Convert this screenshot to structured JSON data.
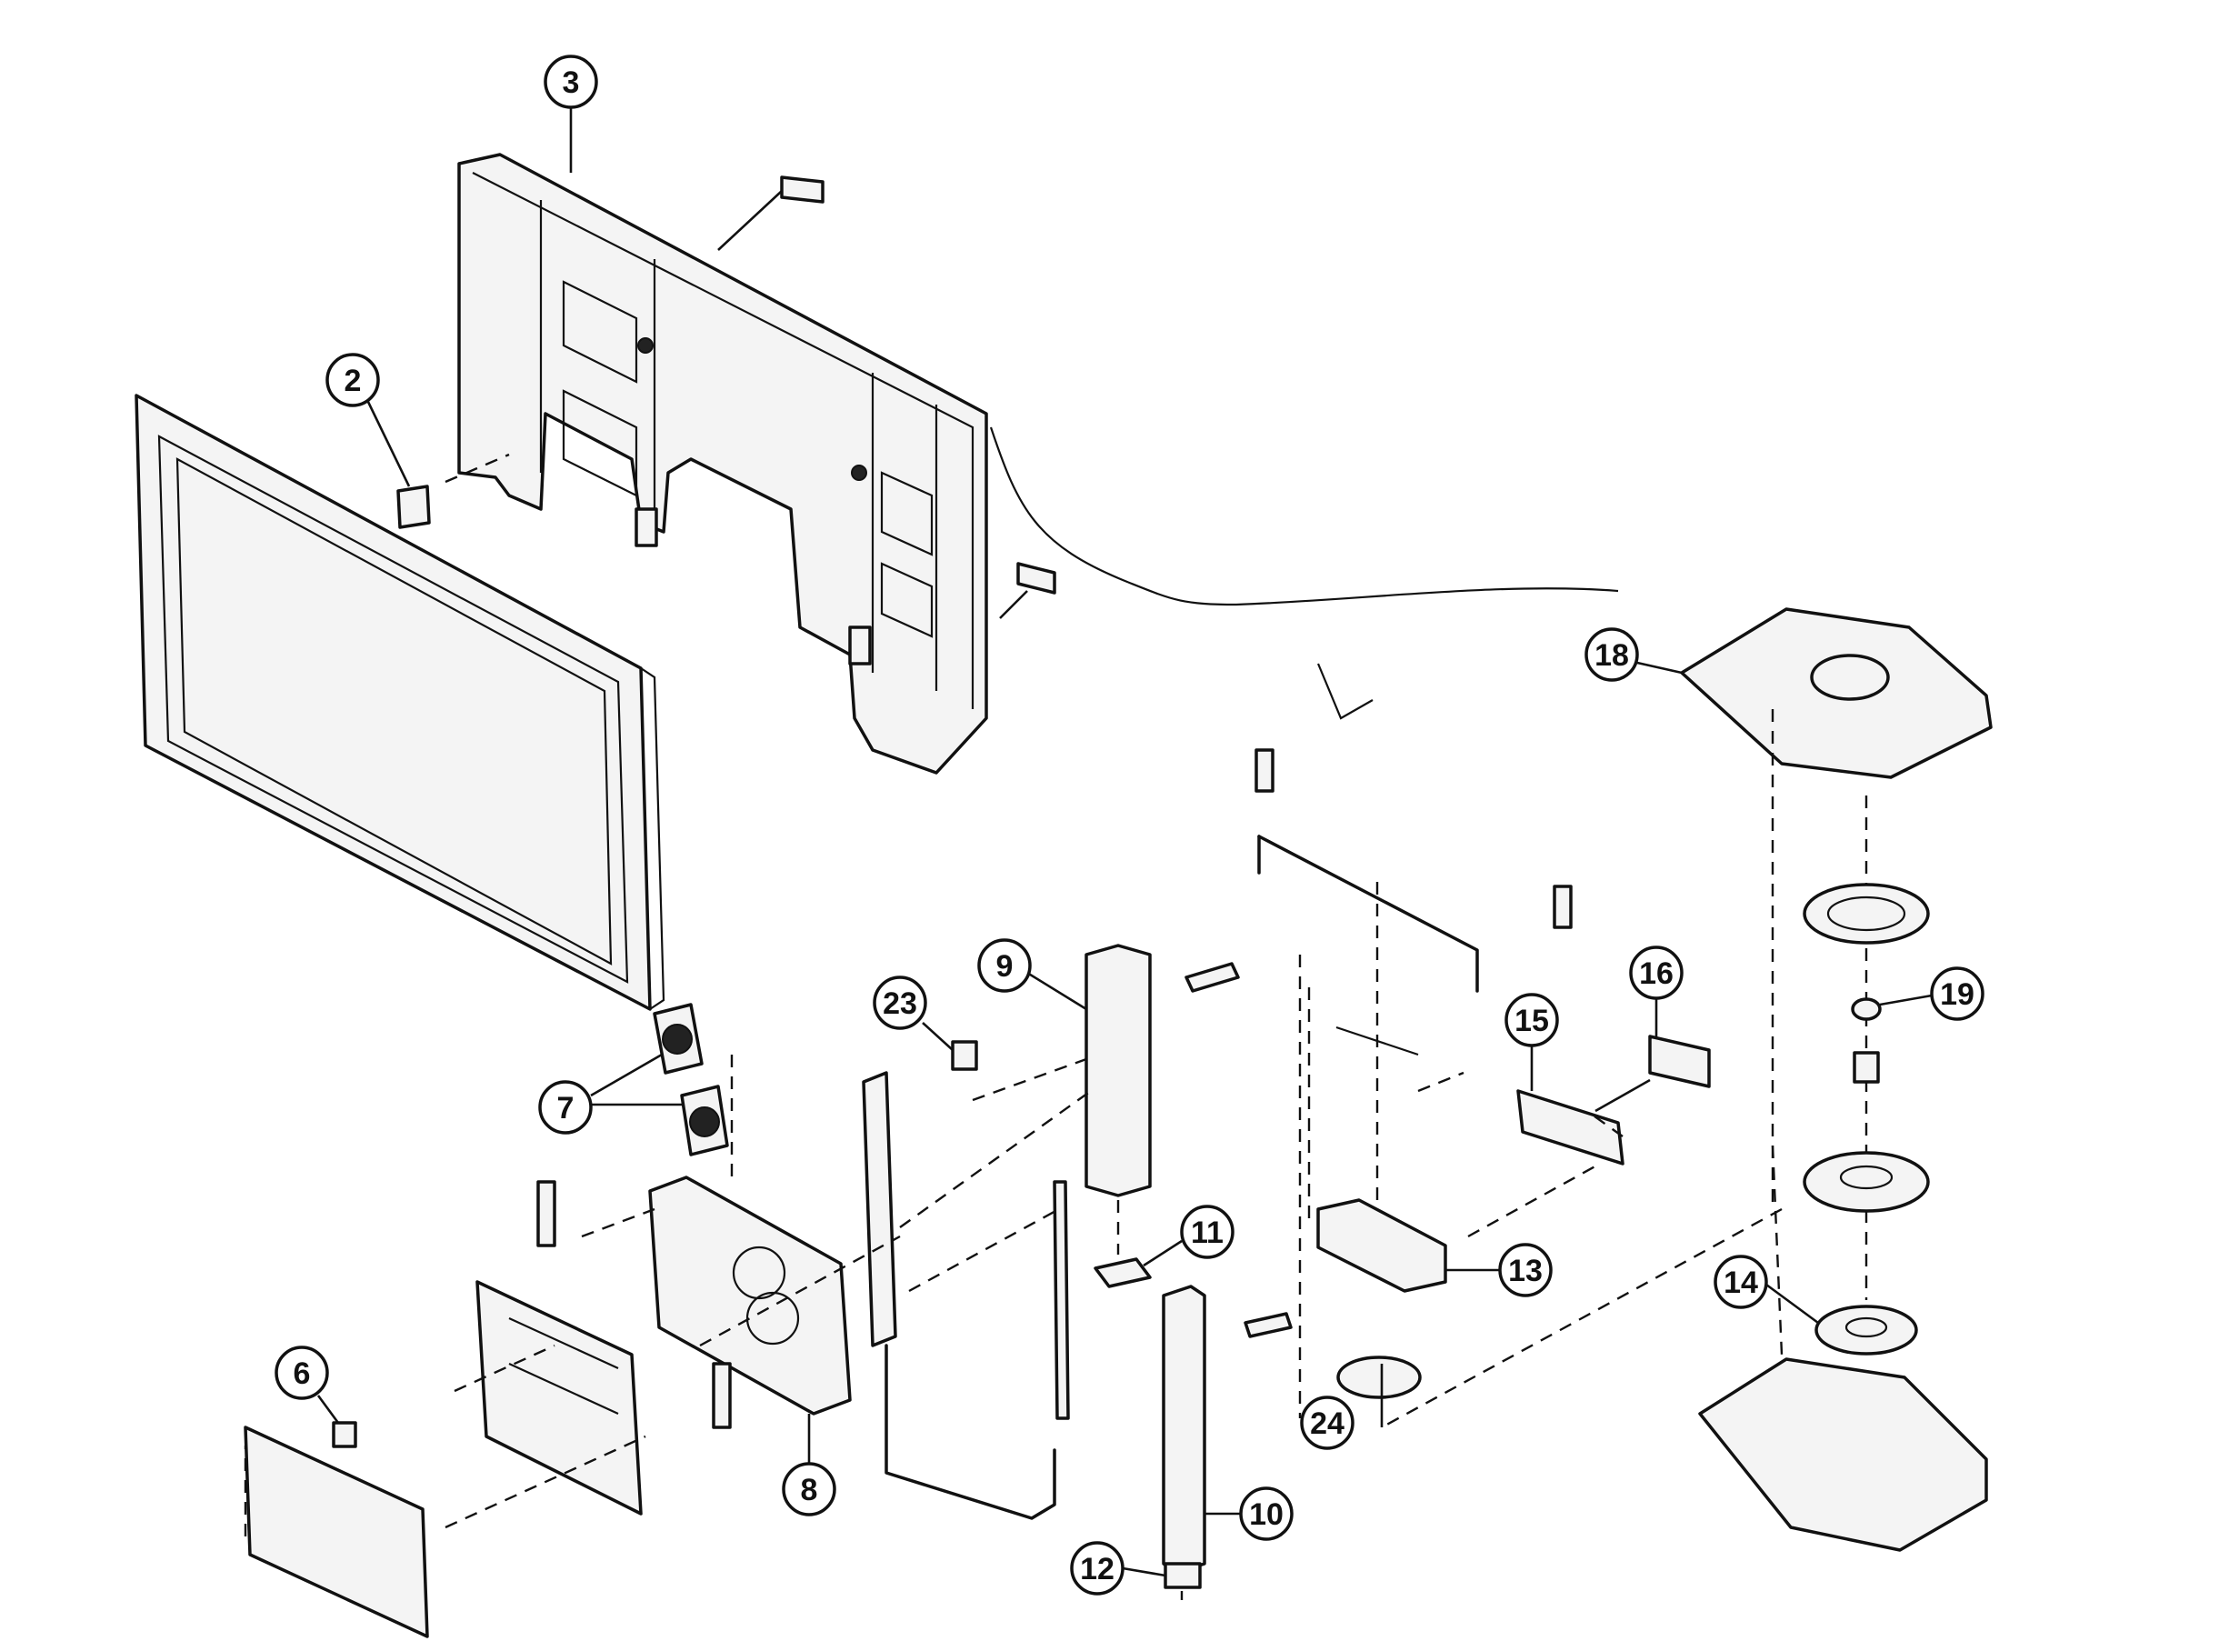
{
  "diagram": {
    "callouts": [
      {
        "id": "c3",
        "label": "3"
      },
      {
        "id": "c2",
        "label": "2"
      },
      {
        "id": "c18",
        "label": "18"
      },
      {
        "id": "c9",
        "label": "9"
      },
      {
        "id": "c23",
        "label": "23"
      },
      {
        "id": "c16",
        "label": "16"
      },
      {
        "id": "c15",
        "label": "15"
      },
      {
        "id": "c19",
        "label": "19"
      },
      {
        "id": "c7",
        "label": "7"
      },
      {
        "id": "c11",
        "label": "11"
      },
      {
        "id": "c13",
        "label": "13"
      },
      {
        "id": "c14",
        "label": "14"
      },
      {
        "id": "c6",
        "label": "6"
      },
      {
        "id": "c24",
        "label": "24"
      },
      {
        "id": "c8",
        "label": "8"
      },
      {
        "id": "c10",
        "label": "10"
      },
      {
        "id": "c12",
        "label": "12"
      }
    ]
  }
}
